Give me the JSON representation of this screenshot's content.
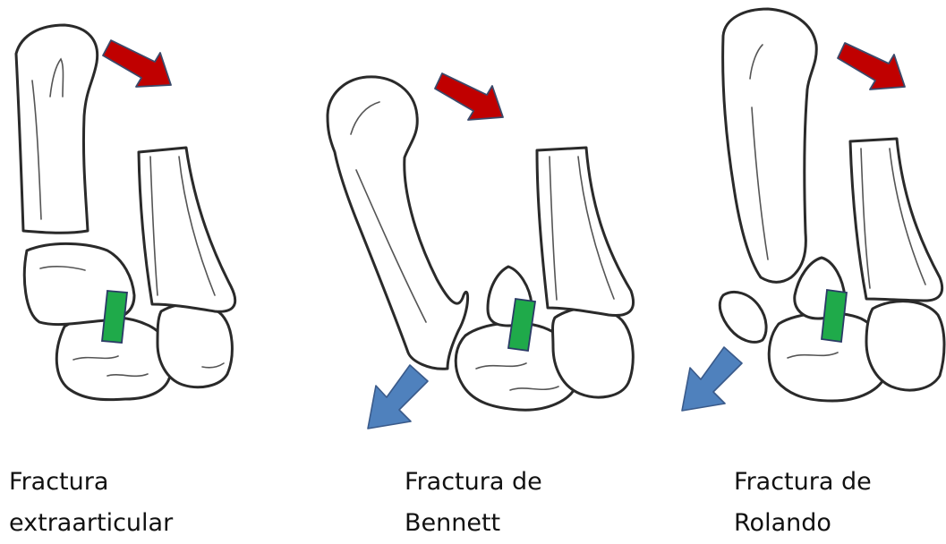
{
  "colors": {
    "bone_outline": "#2a2a2a",
    "red_arrow": "#c00000",
    "blue_arrow": "#4f81bd",
    "green_marker": "#1faa4a",
    "marker_border": "#2b3a66"
  },
  "panels": [
    {
      "caption_line1": "Fractura",
      "caption_line2": "extraarticular",
      "arrows": [
        "red-arrow"
      ]
    },
    {
      "caption_line1": "Fractura de",
      "caption_line2": "Bennett",
      "arrows": [
        "red-arrow",
        "blue-arrow"
      ]
    },
    {
      "caption_line1": "Fractura de",
      "caption_line2": "Rolando",
      "arrows": [
        "red-arrow",
        "blue-arrow"
      ]
    }
  ]
}
